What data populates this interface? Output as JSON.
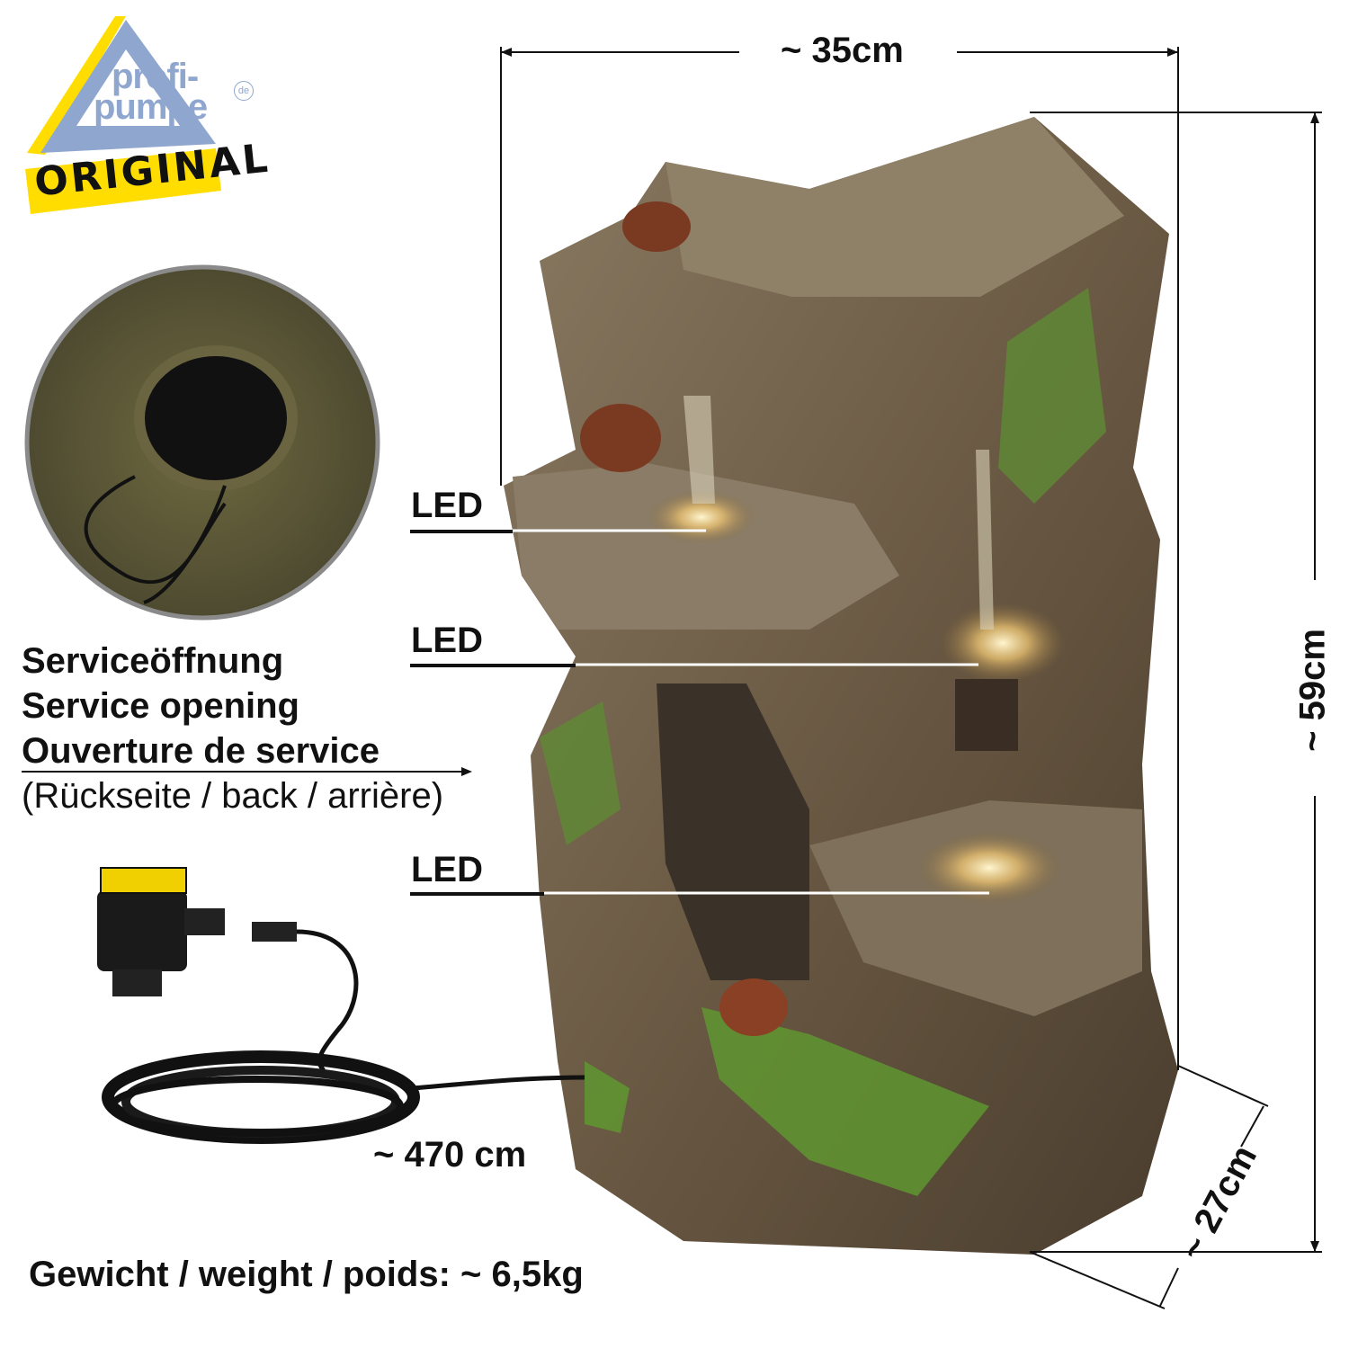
{
  "logo": {
    "line1": "profi-",
    "line2": "pumpe",
    "tld": "de",
    "badge": "ORIGINAL",
    "colors": {
      "triangle": "#8fa6cf",
      "accent": "#ffdd00"
    }
  },
  "dimensions": {
    "width": "~ 35cm",
    "height": "~ 59cm",
    "depth": "~ 27cm",
    "cable": "~ 470 cm"
  },
  "led_labels": [
    "LED",
    "LED",
    "LED"
  ],
  "service": {
    "lines": [
      "Serviceöffnung",
      "Service opening",
      "Ouverture de service"
    ],
    "note": "(Rückseite / back / arrière)"
  },
  "weight": "Gewicht / weight / poids: ~ 6,5kg"
}
